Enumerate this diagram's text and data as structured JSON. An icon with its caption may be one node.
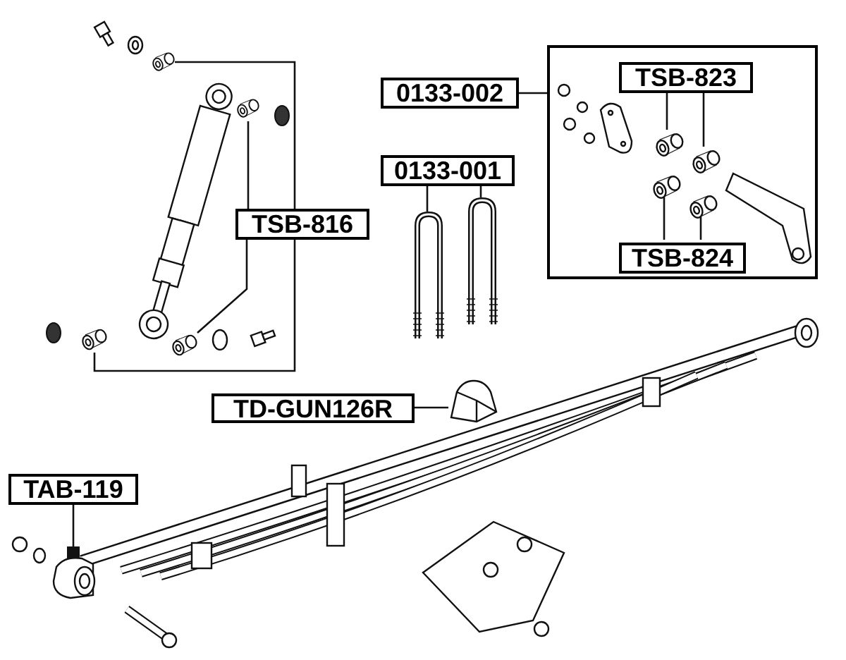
{
  "diagram": {
    "nodes": [
      {
        "text": [
          "TSB-816"
        ]
      },
      {
        "text": [],
        "shape": "picture"
      },
      {
        "text": [],
        "shape": "picture"
      },
      {
        "text": [],
        "shape": "picture"
      },
      {
        "text": [],
        "shape": "picture"
      },
      {
        "text": [
          "0133-002"
        ]
      },
      {
        "text": [],
        "shape": "box"
      },
      {
        "text": [
          "TSB-823"
        ],
        "in": 6
      },
      {
        "text": [],
        "shape": "picture",
        "in": 6
      },
      {
        "text": [],
        "shape": "picture",
        "in": 6
      },
      {
        "text": [
          "TSB-824"
        ],
        "in": 6
      },
      {
        "text": [],
        "shape": "picture",
        "in": 6
      },
      {
        "text": [],
        "shape": "picture",
        "in": 6
      },
      {
        "text": [
          "0133-001"
        ]
      },
      {
        "text": [],
        "shape": "picture"
      },
      {
        "text": [],
        "shape": "picture"
      },
      {
        "text": [
          "TD-GUN126R"
        ]
      },
      {
        "text": [],
        "shape": "picture"
      },
      {
        "text": [
          "TAB-119"
        ]
      },
      {
        "text": [],
        "shape": "picture"
      }
    ],
    "edges": [
      {
        "from": 0,
        "to": 1,
        "arrow": "none"
      },
      {
        "from": 0,
        "to": 3,
        "arrow": "none"
      },
      {
        "from": 0,
        "to": 2,
        "arrow": "none"
      },
      {
        "from": 0,
        "to": 4,
        "arrow": "none"
      },
      {
        "from": 5,
        "to": 6,
        "arrow": "none"
      },
      {
        "from": 7,
        "to": 8,
        "arrow": "none"
      },
      {
        "from": 7,
        "to": 9,
        "arrow": "none"
      },
      {
        "from": 10,
        "to": 11,
        "arrow": "none"
      },
      {
        "from": 10,
        "to": 12,
        "arrow": "none"
      },
      {
        "from": 13,
        "to": 14,
        "arrow": "none"
      },
      {
        "from": 13,
        "to": 15,
        "arrow": "none"
      },
      {
        "from": 16,
        "to": 17,
        "arrow": "none"
      },
      {
        "from": 18,
        "to": 19,
        "arrow": "other"
      }
    ]
  }
}
